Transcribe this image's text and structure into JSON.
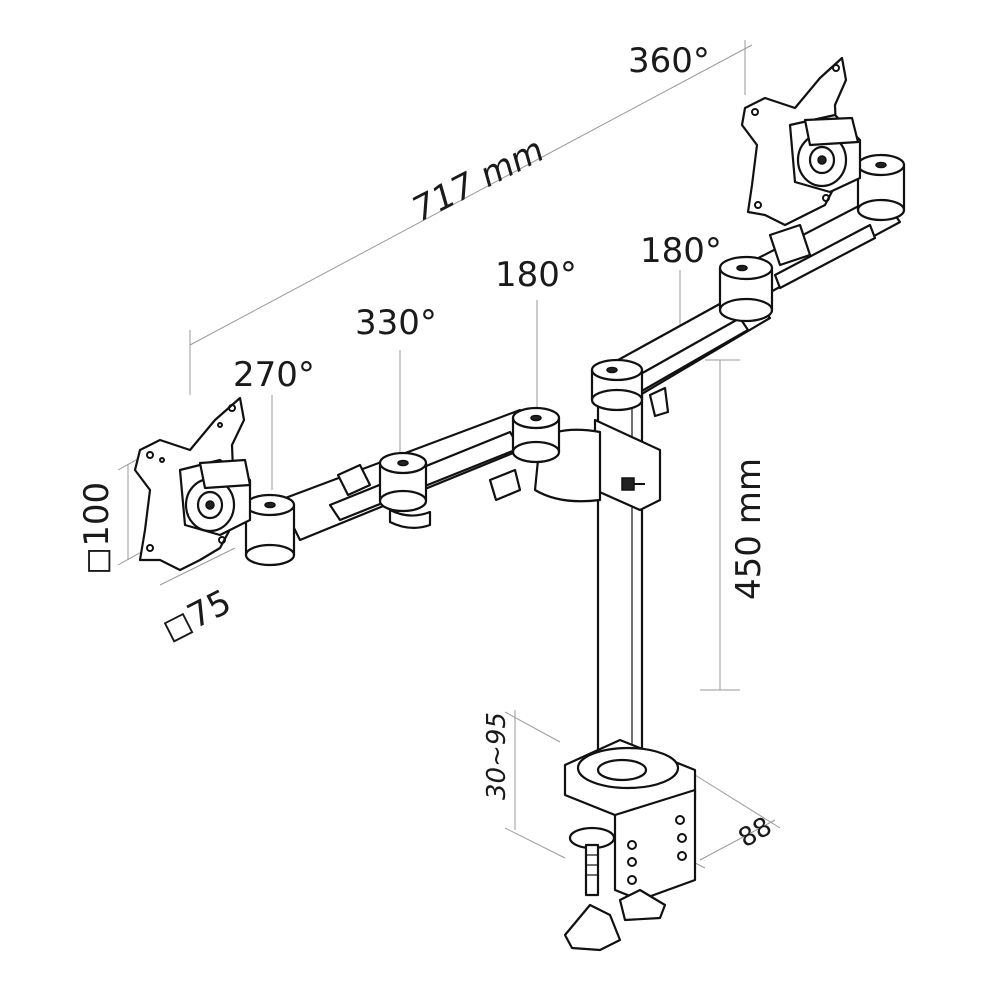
{
  "labels": {
    "top_rotation": "360°",
    "arm_span": "717 mm",
    "right_joint_rotation": "180°",
    "center_joint_rotation": "180°",
    "left_middle_rotation": "330°",
    "left_tilt_rotation": "270°",
    "vesa_height": "◻100",
    "vesa_width": "◻75",
    "pole_height": "450 mm",
    "desk_thickness": "30~95",
    "clamp_depth": "88"
  }
}
